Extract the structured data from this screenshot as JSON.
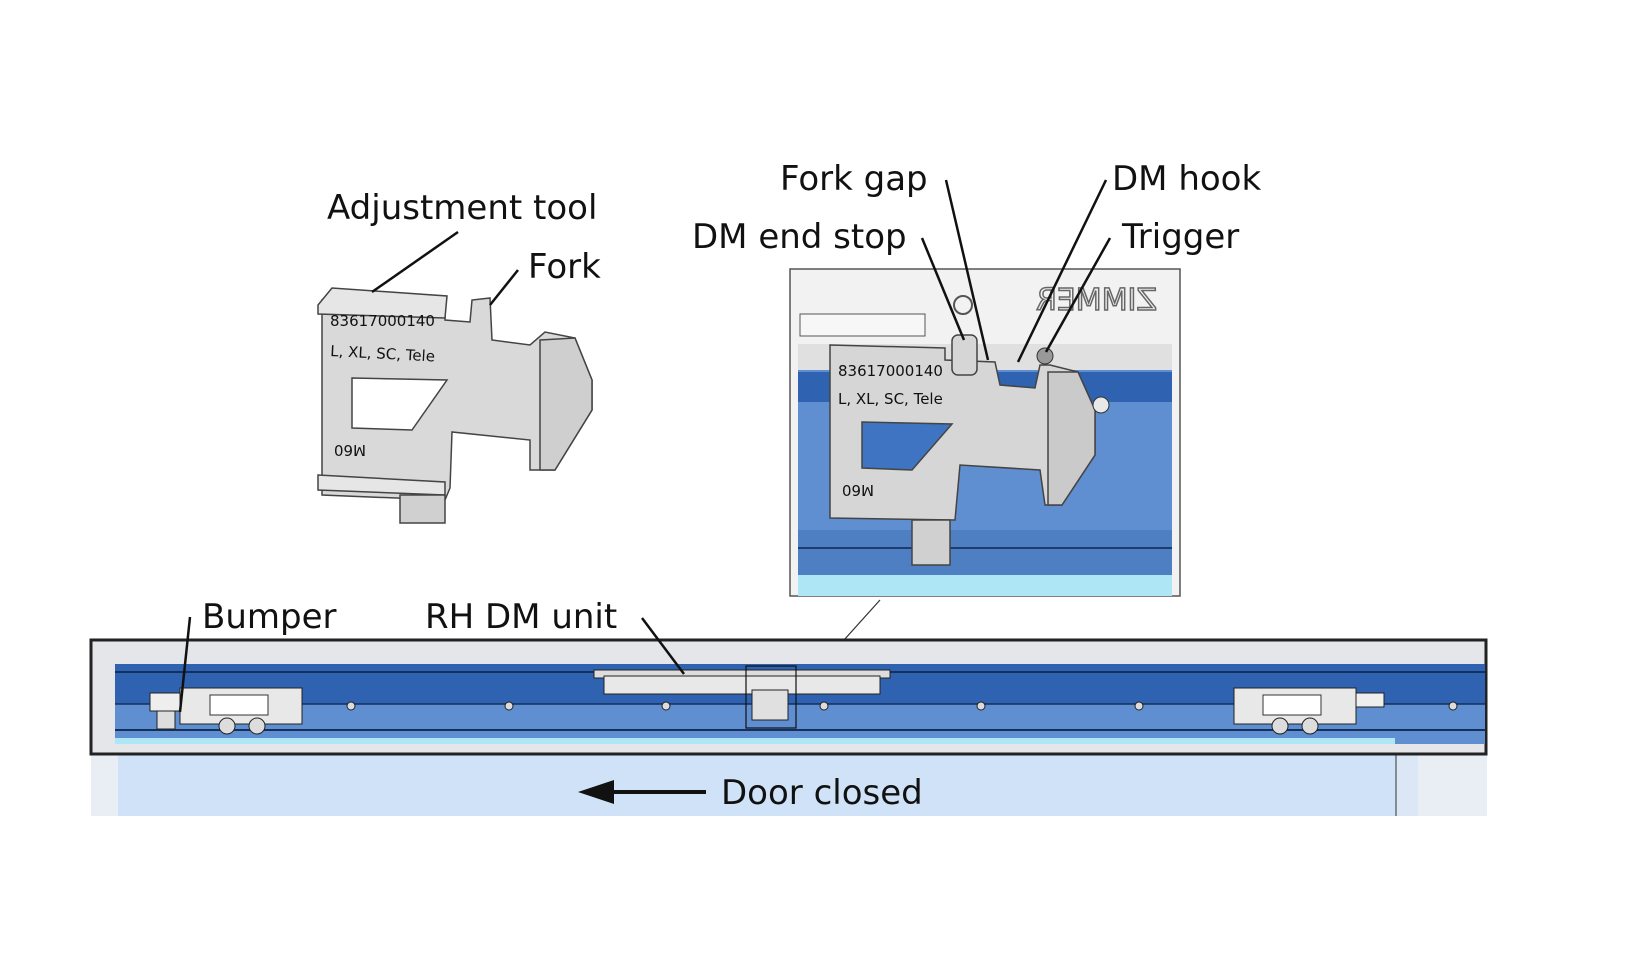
{
  "labels": {
    "adjustment_tool": "Adjustment tool",
    "fork": "Fork",
    "fork_gap": "Fork gap",
    "dm_hook": "DM hook",
    "dm_end_stop": "DM end stop",
    "trigger": "Trigger",
    "bumper": "Bumper",
    "rh_dm_unit": "RH DM unit",
    "door_closed": "Door closed"
  },
  "tool_markings": {
    "part_number": "83617000140",
    "models": "L, XL, SC, Tele",
    "code": "M60",
    "brand": "ZIMMER"
  },
  "direction_arrow": "left",
  "colors": {
    "track_blue": "#2f62b0",
    "track_light_blue": "#6a93cf",
    "door_pale_blue": "#cfe2f7",
    "tool_gray": "#d8d8d8",
    "cyan_strip": "#aee6f6"
  }
}
